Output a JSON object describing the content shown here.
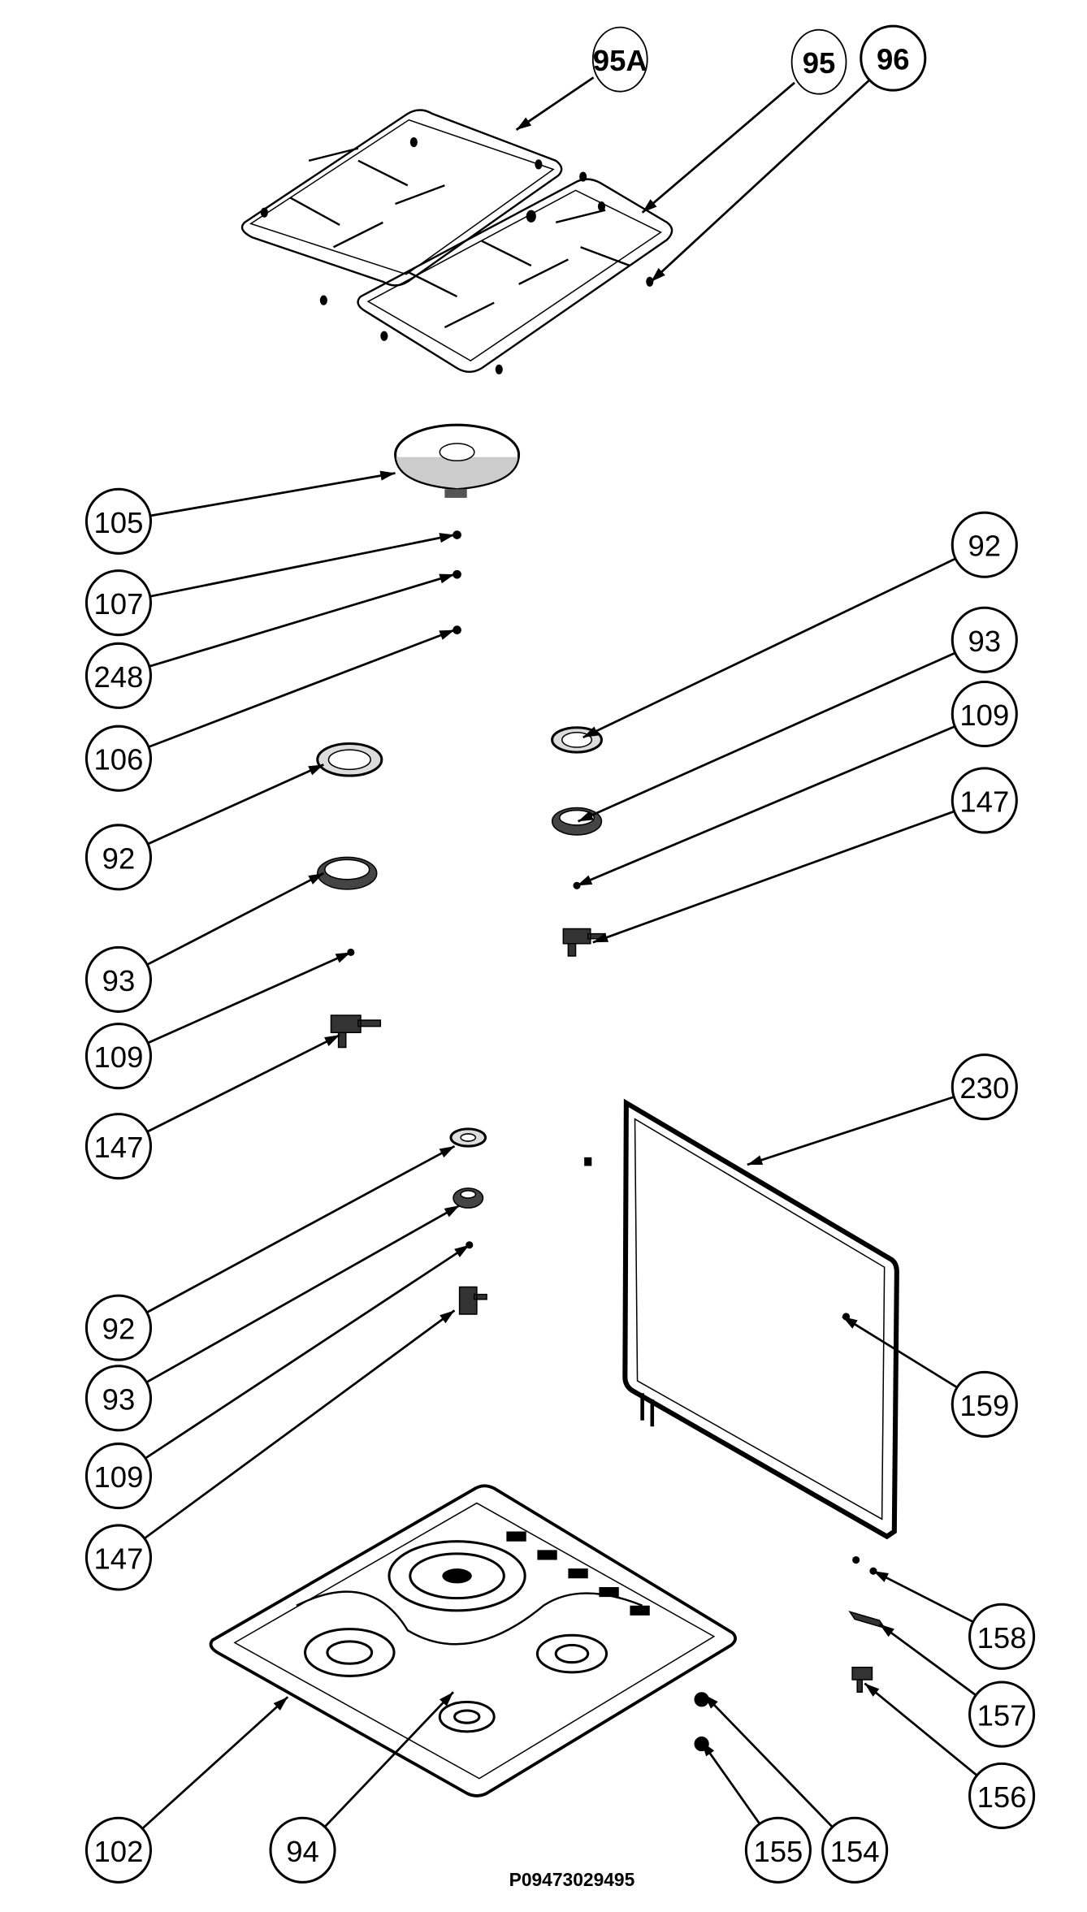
{
  "diagram": {
    "title": "Hob exploded parts diagram",
    "part_number": "P09473029495",
    "callouts": [
      "95A",
      "95",
      "96",
      "105",
      "107",
      "248",
      "106",
      "92",
      "93",
      "109",
      "147",
      "92",
      "93",
      "109",
      "147",
      "230",
      "92",
      "93",
      "109",
      "147",
      "159",
      "158",
      "157",
      "156",
      "102",
      "94",
      "155",
      "154"
    ]
  }
}
